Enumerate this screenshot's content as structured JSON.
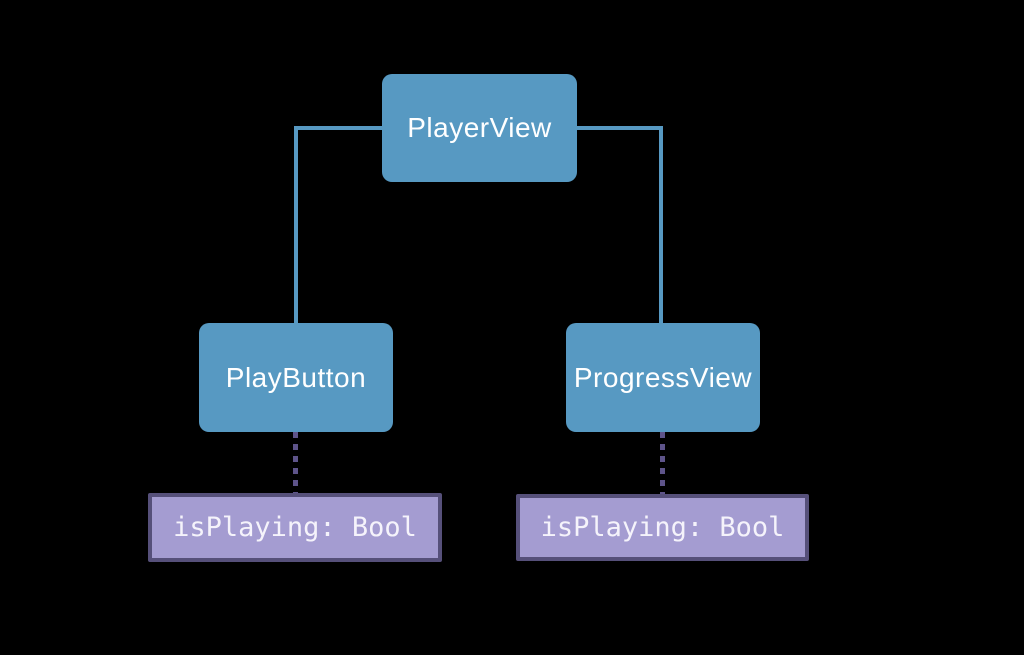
{
  "diagram": {
    "title": "view-state-hierarchy-diagram",
    "nodes": [
      {
        "id": "player-view",
        "label": "PlayerView"
      },
      {
        "id": "play-button",
        "label": "PlayButton"
      },
      {
        "id": "progress-view",
        "label": "ProgressView"
      }
    ],
    "state_boxes": [
      {
        "id": "play-button-state",
        "label": "isPlaying: Bool"
      },
      {
        "id": "progress-view-state",
        "label": "isPlaying: Bool"
      }
    ],
    "connections": [
      {
        "from": "player-view",
        "to": "play-button",
        "style": "solid"
      },
      {
        "from": "player-view",
        "to": "progress-view",
        "style": "solid"
      },
      {
        "from": "play-button",
        "to": "play-button-state",
        "style": "dashed"
      },
      {
        "from": "progress-view",
        "to": "progress-view-state",
        "style": "dashed"
      }
    ],
    "colors": {
      "background": "#000000",
      "node_fill": "#5799c2",
      "node_text": "#ffffff",
      "connector": "#5799c2",
      "state_fill": "#a49cd1",
      "state_border": "#56507a",
      "state_text": "#f5f3fb",
      "dashed_line": "#5e548a"
    }
  }
}
